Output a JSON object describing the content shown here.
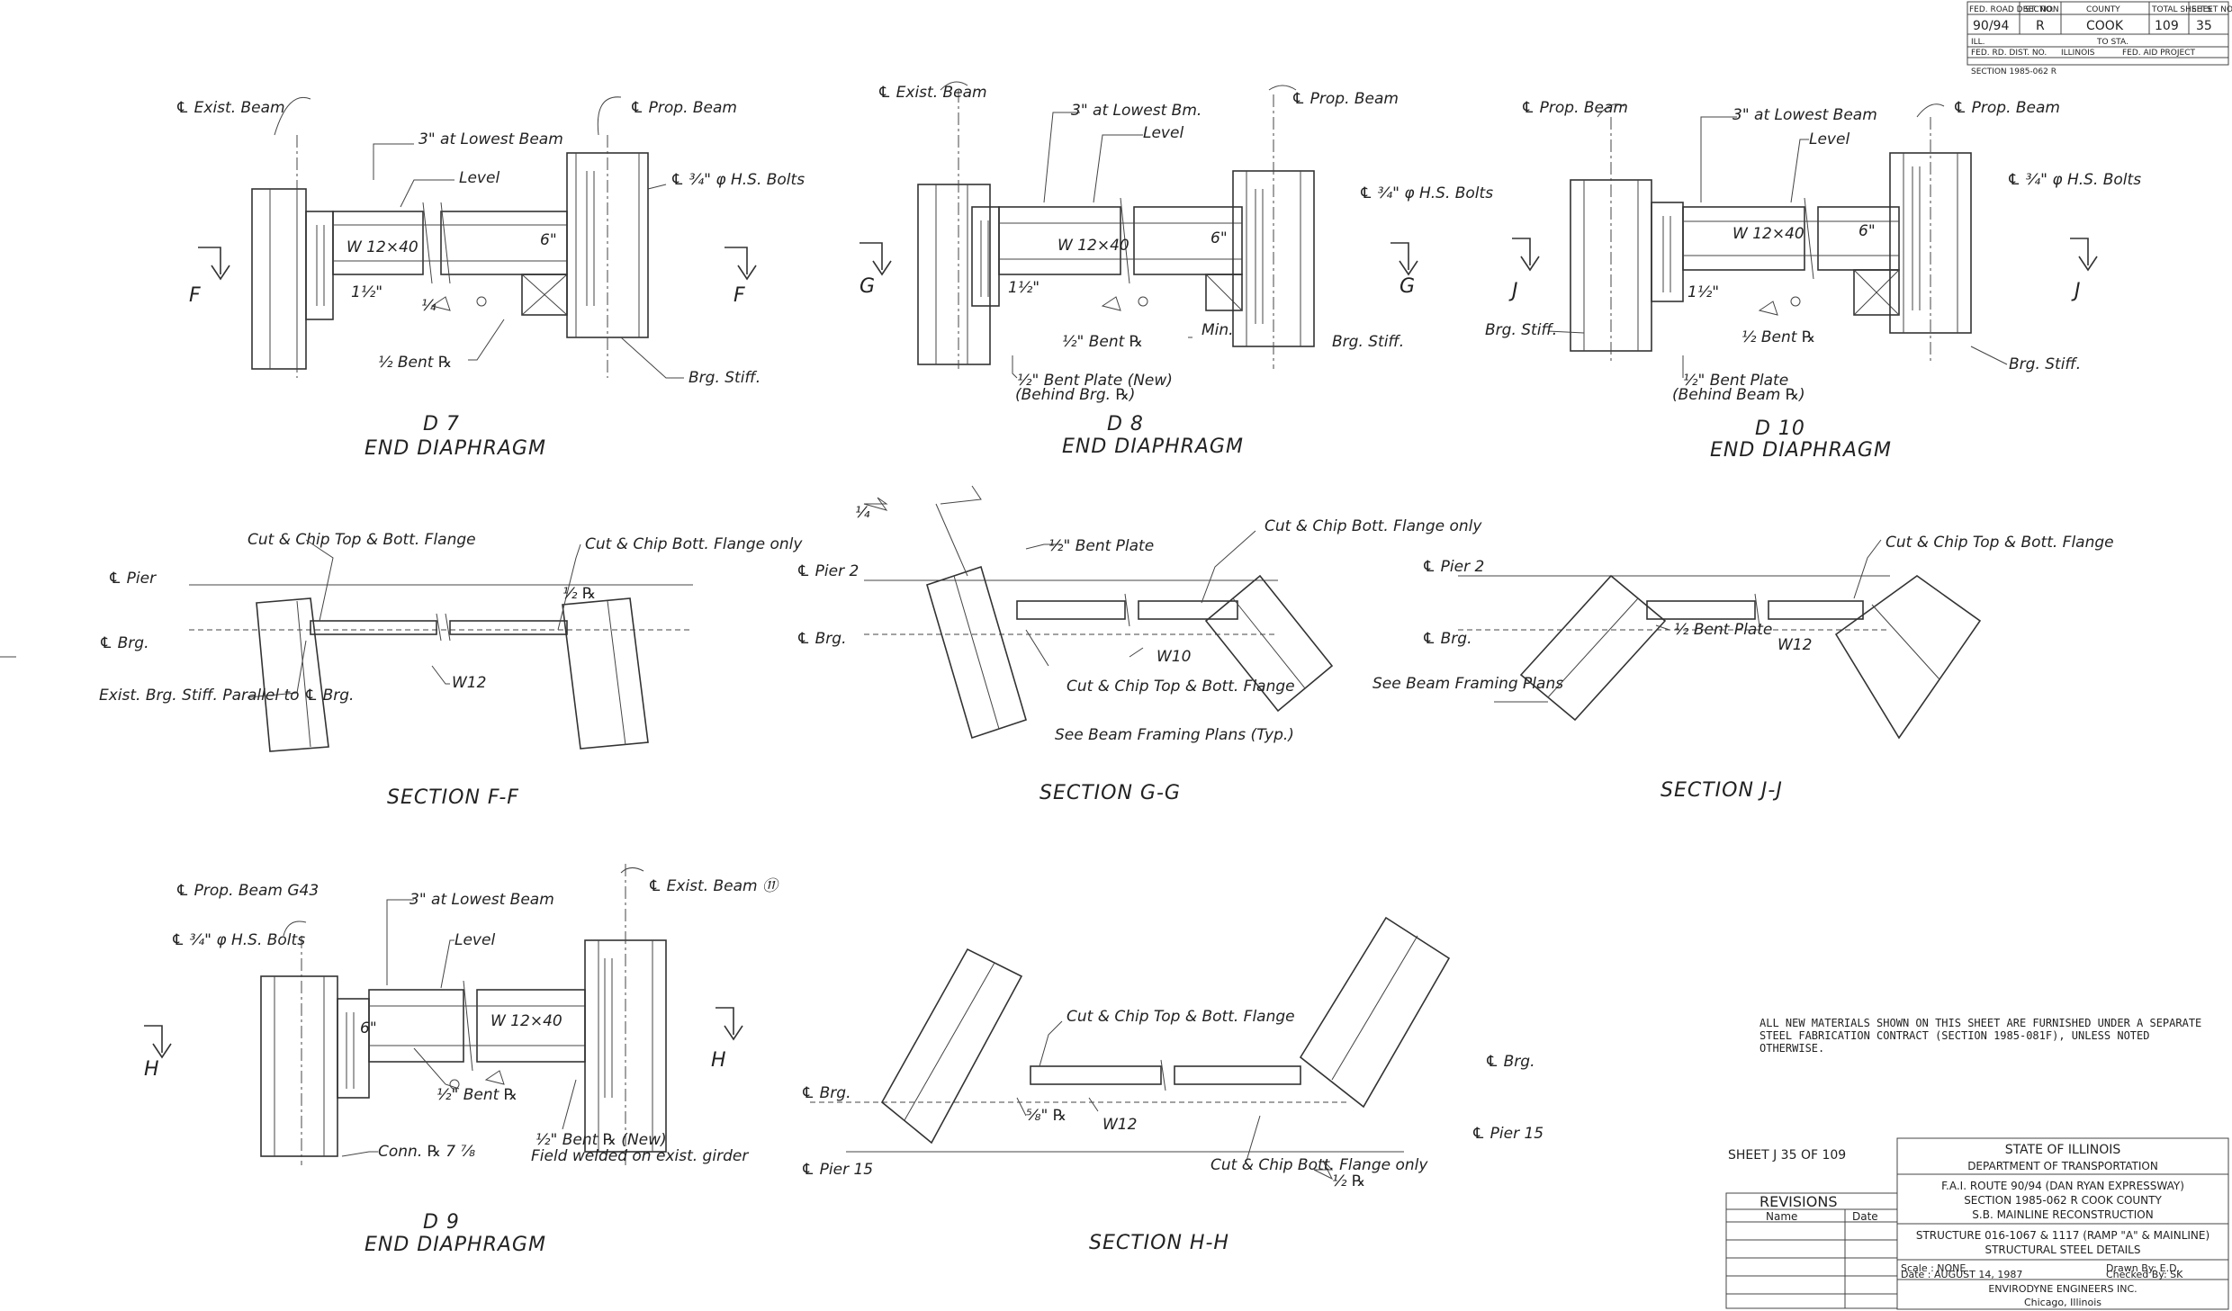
{
  "title_block": {
    "header_labels": [
      "FED. ROAD DIST. NO.",
      "SECTION",
      "COUNTY",
      "TOTAL SHEETS",
      "SHEET NO."
    ],
    "route": "90/94",
    "section": "R",
    "county": "COOK",
    "total_sheets": "109",
    "sheet_no": "35",
    "row2_left": "ILL.",
    "row2_right": "TO STA.",
    "row3_left": "FED. RD. DIST. NO.",
    "row3_mid": "ILLINOIS",
    "row3_right": "FED. AID PROJECT",
    "section_note": "SECTION 1985-062 R"
  },
  "details": {
    "d7": {
      "number": "D 7",
      "name": "END DIAPHRAGM",
      "labels": [
        "℄ Exist. Beam",
        "℄ Prop. Beam",
        "3\" at Lowest Beam",
        "Level",
        "℄ ¾\" φ H.S. Bolts",
        "W 12×40",
        "6\"",
        "1½\"",
        "¼",
        "½ Bent ℞",
        "Brg. Stiff.",
        "F",
        "F"
      ]
    },
    "d8": {
      "number": "D 8",
      "name": "END DIAPHRAGM",
      "labels": [
        "℄ Exist. Beam",
        "℄ Prop. Beam",
        "3\" at Lowest Bm.",
        "Level",
        "℄ ¾\" φ H.S. Bolts",
        "W 12×40",
        "6\"",
        "1½\"",
        "½\" Bent ℞",
        "Min.",
        "Brg. Stiff.",
        "½\" Bent Plate (New)",
        "(Behind Brg. ℞)",
        "G",
        "G"
      ]
    },
    "d10": {
      "number": "D 10",
      "name": "END DIAPHRAGM",
      "labels": [
        "℄ Prop. Beam",
        "℄ Prop. Beam",
        "3\" at Lowest Beam",
        "Level",
        "℄ ¾\" φ H.S. Bolts",
        "W 12×40",
        "6\"",
        "1½\"",
        "½ Bent ℞",
        "Brg. Stiff.",
        "Brg. Stiff.",
        "½\" Bent Plate",
        "(Behind Beam ℞)",
        "J",
        "J"
      ]
    },
    "d9": {
      "number": "D 9",
      "name": "END DIAPHRAGM",
      "labels": [
        "℄ Prop. Beam G43",
        "℄ Exist. Beam ⑪",
        "3\" at Lowest Beam",
        "Level",
        "℄ ¾\" φ H.S. Bolts",
        "W 12×40",
        "6\"",
        "½\" Bent ℞",
        "Conn. ℞ 7 ⅞",
        "½\" Bent ℞ (New)",
        "Field welded on exist. girder",
        "H",
        "H"
      ]
    }
  },
  "sections": {
    "ff": {
      "name": "SECTION F-F",
      "labels": [
        "℄ Pier",
        "℄ Brg.",
        "Cut & Chip Top & Bott. Flange",
        "Cut & Chip Bott. Flange only",
        "½ ℞",
        "W12",
        "Exist. Brg. Stiff. Parallel to ℄ Brg."
      ]
    },
    "gg": {
      "name": "SECTION G-G",
      "labels": [
        "℄ Pier 2",
        "℄ Brg.",
        "¼",
        "½\" Bent Plate",
        "Cut & Chip Bott. Flange only",
        "W10",
        "Cut & Chip Top & Bott. Flange",
        "See Beam Framing Plans (Typ.)"
      ]
    },
    "jj": {
      "name": "SECTION J-J",
      "labels": [
        "℄ Pier 2",
        "℄ Brg.",
        "Cut & Chip Top & Bott. Flange",
        "½ Bent Plate",
        "W12",
        "See Beam Framing Plans"
      ]
    },
    "hh": {
      "name": "SECTION H-H",
      "labels": [
        "℄ Brg.",
        "℄ Pier 15",
        "℄ Brg.",
        "℄ Pier 15",
        "Cut & Chip Top & Bott. Flange",
        "W12",
        "⅝\" ℞",
        "Cut & Chip Bott. Flange only",
        "½ ℞"
      ]
    }
  },
  "general_note": "ALL NEW MATERIALS SHOWN ON THIS SHEET ARE FURNISHED UNDER A SEPARATE STEEL FABRICATION CONTRACT (SECTION 1985-081F), UNLESS NOTED OTHERWISE.",
  "sheet_ref": "SHEET J 35  OF 109",
  "revisions": {
    "title": "REVISIONS",
    "col_name": "Name",
    "col_date": "Date"
  },
  "agency": {
    "state": "STATE OF ILLINOIS",
    "department": "DEPARTMENT OF TRANSPORTATION",
    "route_line": "F.A.I. ROUTE 90/94 (DAN RYAN EXPRESSWAY)",
    "section_line": "SECTION 1985-062 R     COOK COUNTY",
    "project_line": "S.B. MAINLINE  RECONSTRUCTION",
    "structure_line": "STRUCTURE  016-1067 & 1117 (RAMP \"A\" & MAINLINE)",
    "subject_line": "STRUCTURAL STEEL DETAILS",
    "scale": "Scale :   NONE",
    "date": "Date : AUGUST 14, 1987",
    "drawn": "Drawn  By: E.D.",
    "checked": "Checked  By: SK",
    "consultant": "ENVIRODYNE ENGINEERS INC.",
    "city": "Chicago, Illinois"
  }
}
